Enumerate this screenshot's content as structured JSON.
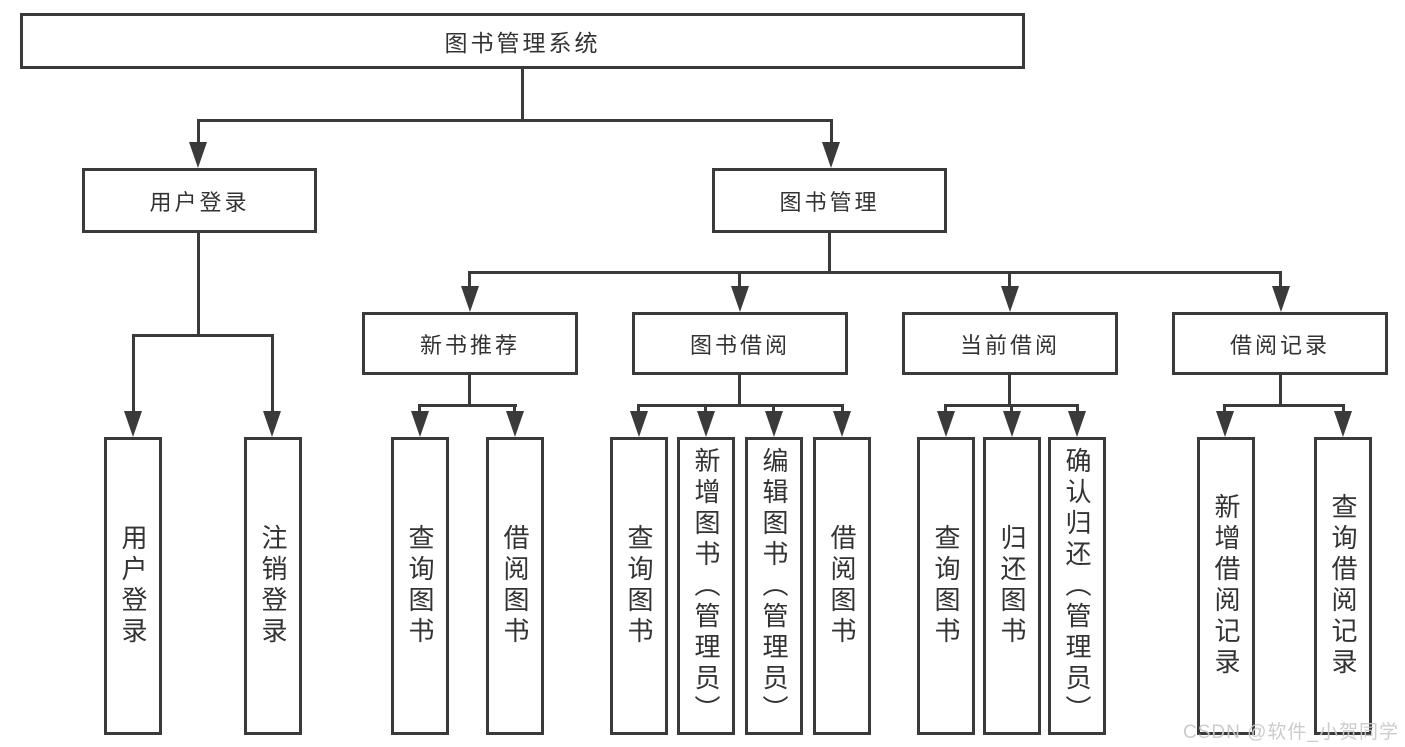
{
  "diagram_title": "图书管理系统",
  "colors": {
    "line": "#3a3a3a",
    "text": "#333333",
    "background": "#ffffff",
    "watermark": "#c9c9c9"
  },
  "nodes": {
    "root": "图书管理系统",
    "level2": {
      "user_login": "用户登录",
      "book_mgmt": "图书管理"
    },
    "level3": {
      "new_book": "新书推荐",
      "book_borrow": "图书借阅",
      "current_borrow": "当前借阅",
      "borrow_records": "借阅记录"
    },
    "leaves": {
      "user_login_leaf": "用户登录",
      "logout": "注销登录",
      "nb_query": "查询图书",
      "nb_borrow": "借阅图书",
      "bb_query": "查询图书",
      "bb_add": "新增图书（管理员）",
      "bb_edit": "编辑图书（管理员）",
      "bb_borrow": "借阅图书",
      "cb_query": "查询图书",
      "cb_return": "归还图书",
      "cb_confirm": "确认归还（管理员）",
      "br_add": "新增借阅记录",
      "br_query": "查询借阅记录"
    }
  },
  "watermark": "CSDN @软件_小贺同学"
}
